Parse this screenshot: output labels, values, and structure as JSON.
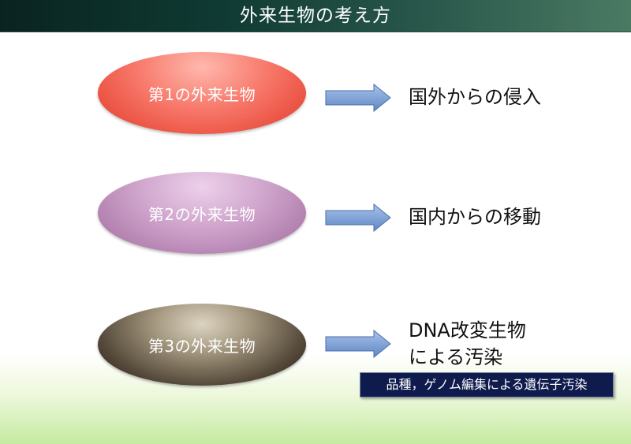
{
  "title": "外来生物の考え方",
  "rows": [
    {
      "oval_label": "第1の外来生物",
      "result_lines": [
        "国外からの侵入"
      ]
    },
    {
      "oval_label": "第2の外来生物",
      "result_lines": [
        "国内からの移動"
      ]
    },
    {
      "oval_label": "第3の外来生物",
      "result_lines": [
        "DNA改変生物",
        "による汚染"
      ]
    }
  ],
  "note": "品種，ゲノム編集による遺伝子汚染",
  "colors": {
    "title_bar": "#0f3a33",
    "oval_1": "#ea5040",
    "oval_2": "#b17fae",
    "oval_3": "#564a3b",
    "arrow": "#7fa3d6",
    "note_box": "#0e1b4c"
  },
  "icons": [
    "right-arrow-icon"
  ]
}
